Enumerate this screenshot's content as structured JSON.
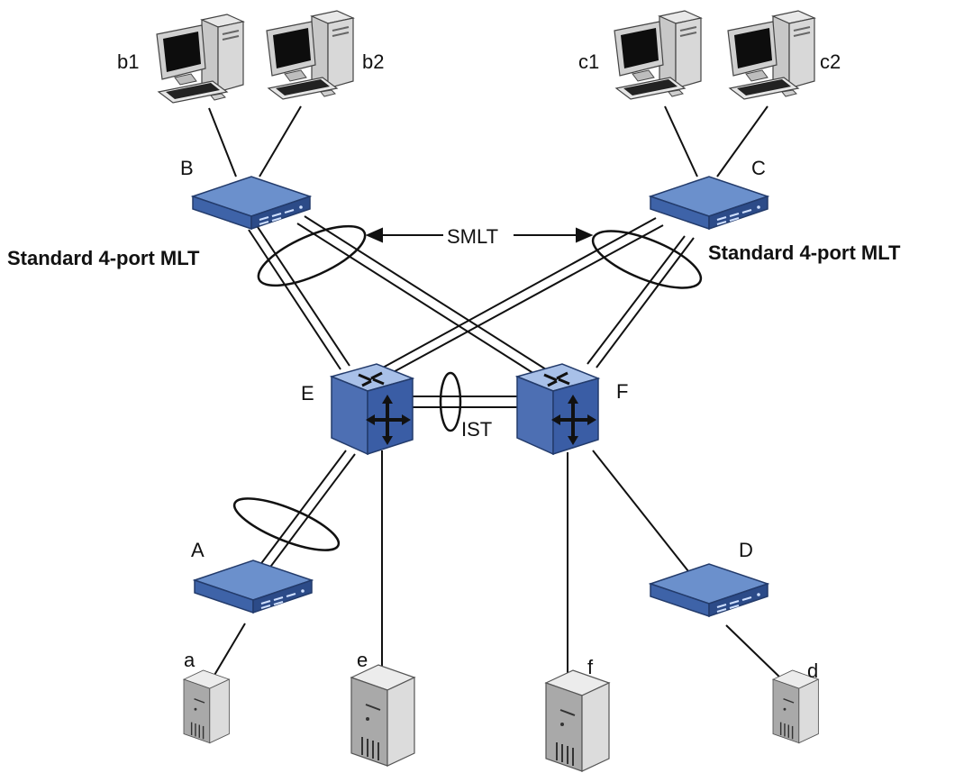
{
  "labels": {
    "b1": "b1",
    "b2": "b2",
    "c1": "c1",
    "c2": "c2",
    "B": "B",
    "C": "C",
    "E": "E",
    "F": "F",
    "A": "A",
    "D": "D",
    "a": "a",
    "e": "e",
    "f": "f",
    "d": "d",
    "smlt": "SMLT",
    "ist": "IST",
    "mlt_left": "Standard 4-port MLT",
    "mlt_right": "Standard 4-port MLT"
  },
  "colors": {
    "switch_top": "#5f86c4",
    "switch_side": "#2f4f8f",
    "router_front": "#4d6fb3",
    "router_top": "#a8c0e8",
    "router_side": "#2c4d93",
    "line": "#111111",
    "server_body": "#d4d4d4",
    "server_dark": "#8a8a8a"
  },
  "icons": {
    "pc": "desktop-computer-icon",
    "switch": "ethernet-switch-icon",
    "router": "routing-switch-icon",
    "server": "server-tower-icon"
  }
}
